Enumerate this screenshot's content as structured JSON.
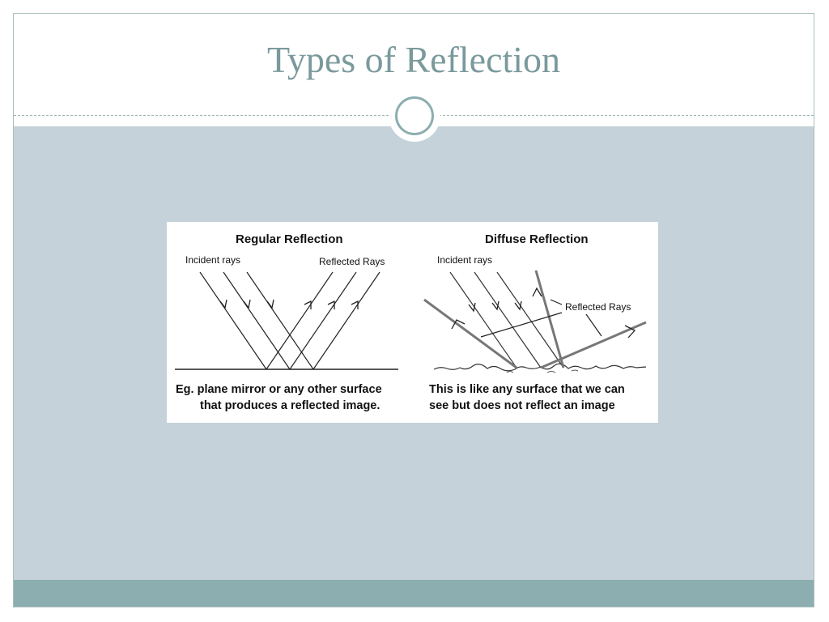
{
  "slide": {
    "title": "Types of Reflection"
  },
  "figure": {
    "regular": {
      "heading": "Regular Reflection",
      "incident_label": "Incident rays",
      "reflected_label": "Reflected Rays",
      "caption_line1": "Eg. plane mirror or any other surface",
      "caption_line2": "that produces a reflected image."
    },
    "diffuse": {
      "heading": "Diffuse Reflection",
      "incident_label": "Incident rays",
      "reflected_label": "Reflected Rays",
      "caption_line1": "This is like any surface that we can",
      "caption_line2": "see but does not reflect an image"
    }
  },
  "colors": {
    "title": "#7a9a9c",
    "panel": "#c5d2d9",
    "footer": "#8daeb0"
  }
}
